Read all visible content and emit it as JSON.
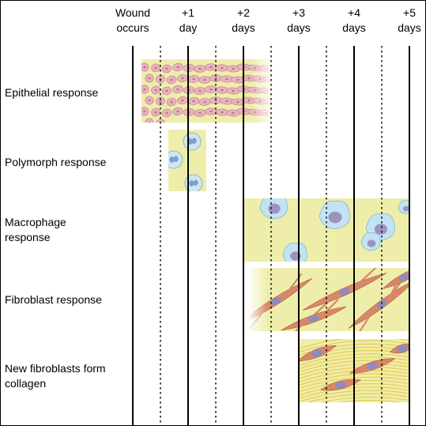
{
  "headers": [
    {
      "line1": "Wound",
      "line2": "occurs"
    },
    {
      "line1": "+1",
      "line2": "day"
    },
    {
      "line1": "+2",
      "line2": "days"
    },
    {
      "line1": "+3",
      "line2": "days"
    },
    {
      "line1": "+4",
      "line2": "days"
    },
    {
      "line1": "+5",
      "line2": "days"
    }
  ],
  "rows": [
    {
      "line1": "Epithelial response",
      "line2": ""
    },
    {
      "line1": "Polymorph response",
      "line2": ""
    },
    {
      "line1": "Macrophage",
      "line2": "response"
    },
    {
      "line1": "Fibroblast response",
      "line2": ""
    },
    {
      "line1": "New fibroblasts form",
      "line2": "collagen"
    }
  ],
  "colors": {
    "panel": "#eeeeaa",
    "epithelial_cell": "#e9b3bd",
    "epithelial_nucleus": "#c7708a",
    "polymorph_cell": "#cfe6f2",
    "polymorph_nucleus": "#7d9fcb",
    "macrophage_cell": "#c3e3f3",
    "macrophage_nucleus": "#9b94bf",
    "fibroblast_cell": "#d98769",
    "fibroblast_nucleus": "#8f8bc0",
    "collagen": "#e9c23e"
  }
}
